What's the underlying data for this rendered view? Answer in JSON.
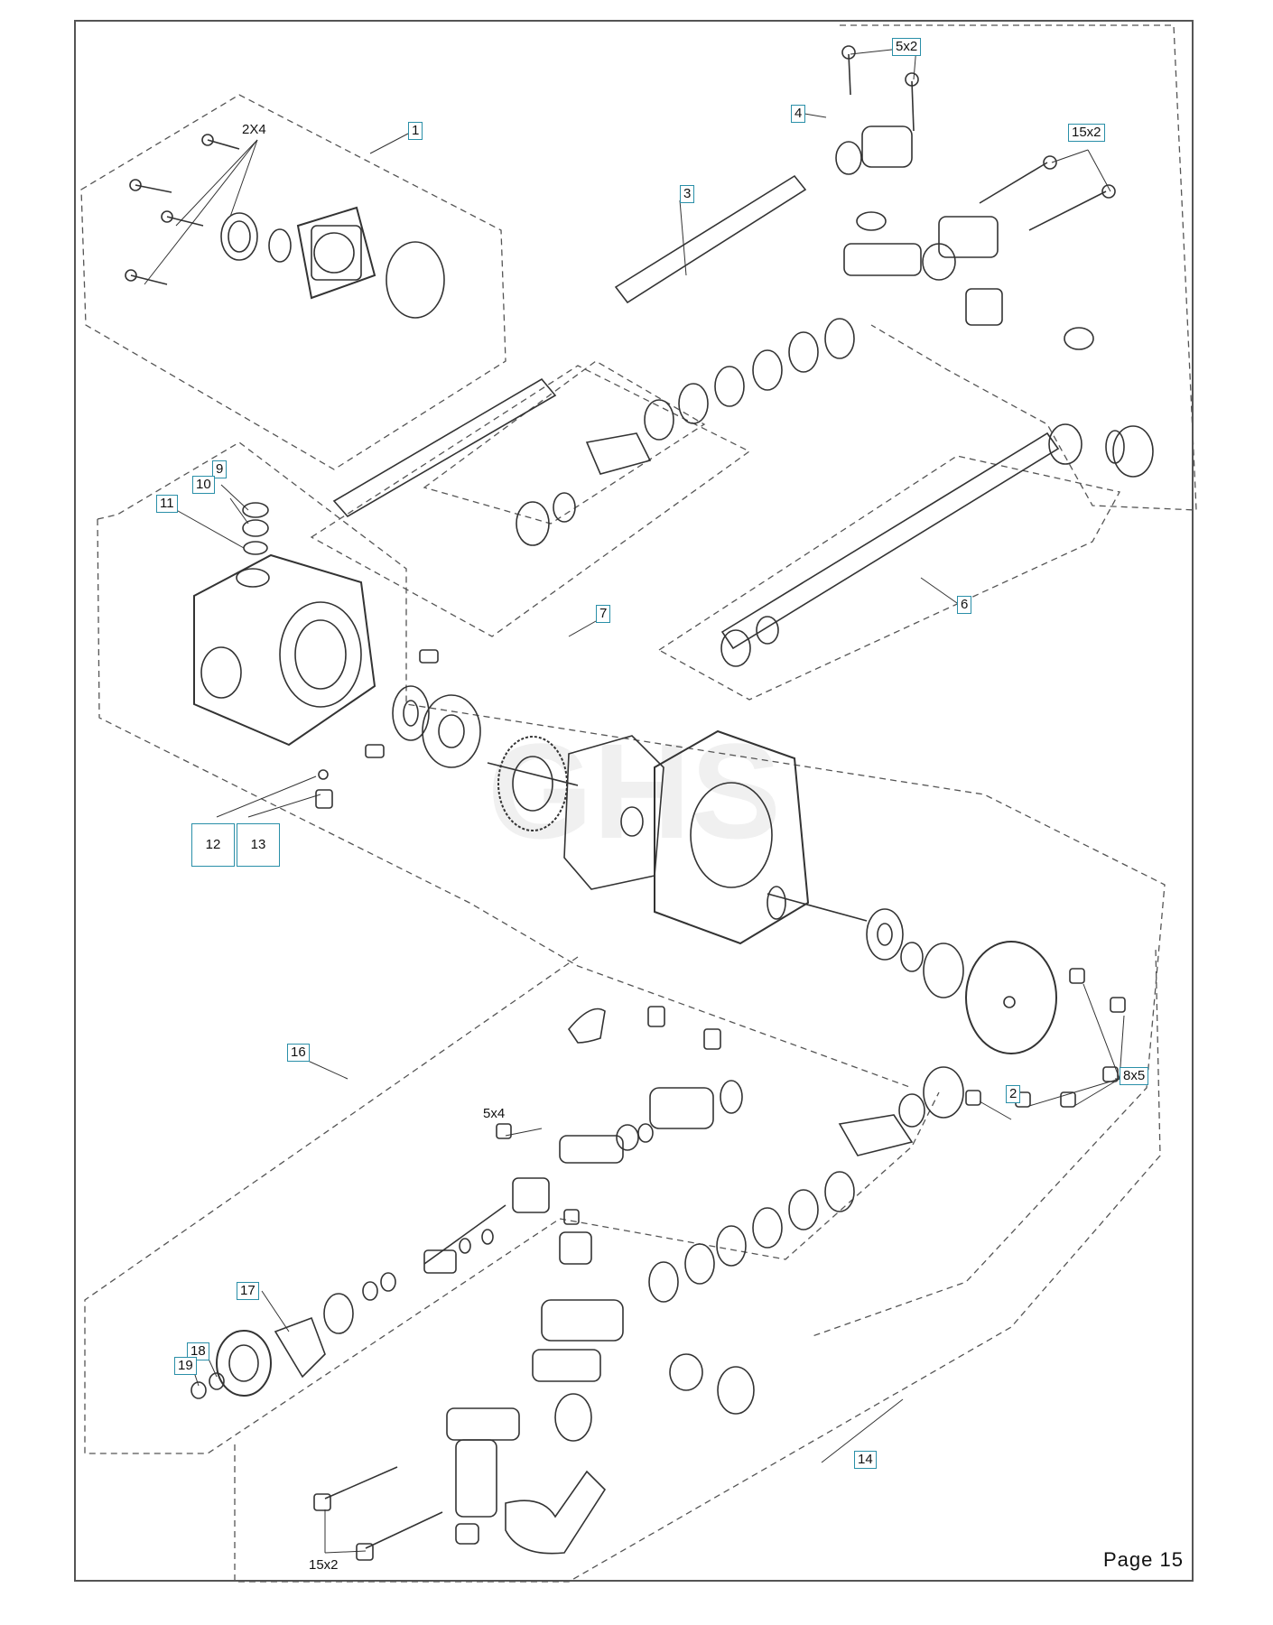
{
  "page": {
    "label": "Page 15"
  },
  "watermark": "GHS",
  "callouts": [
    {
      "id": "c1",
      "text": "1"
    },
    {
      "id": "c2",
      "text": "2"
    },
    {
      "id": "c3",
      "text": "3"
    },
    {
      "id": "c4",
      "text": "4"
    },
    {
      "id": "c6",
      "text": "6"
    },
    {
      "id": "c7",
      "text": "7"
    },
    {
      "id": "c9",
      "text": "9"
    },
    {
      "id": "c10",
      "text": "10"
    },
    {
      "id": "c11",
      "text": "11"
    },
    {
      "id": "c12",
      "text": "12"
    },
    {
      "id": "c13",
      "text": "13"
    },
    {
      "id": "c14",
      "text": "14"
    },
    {
      "id": "c16",
      "text": "16"
    },
    {
      "id": "c17",
      "text": "17"
    },
    {
      "id": "c18",
      "text": "18"
    },
    {
      "id": "c19",
      "text": "19"
    }
  ],
  "quantity_labels": {
    "top_bolts": "5x2",
    "upper_right_bolts": "15x2",
    "left_flange_bolts": "2X4",
    "motor_bolts": "8x5",
    "mid_bolts": "5x4",
    "bottom_bolts": "15x2"
  }
}
